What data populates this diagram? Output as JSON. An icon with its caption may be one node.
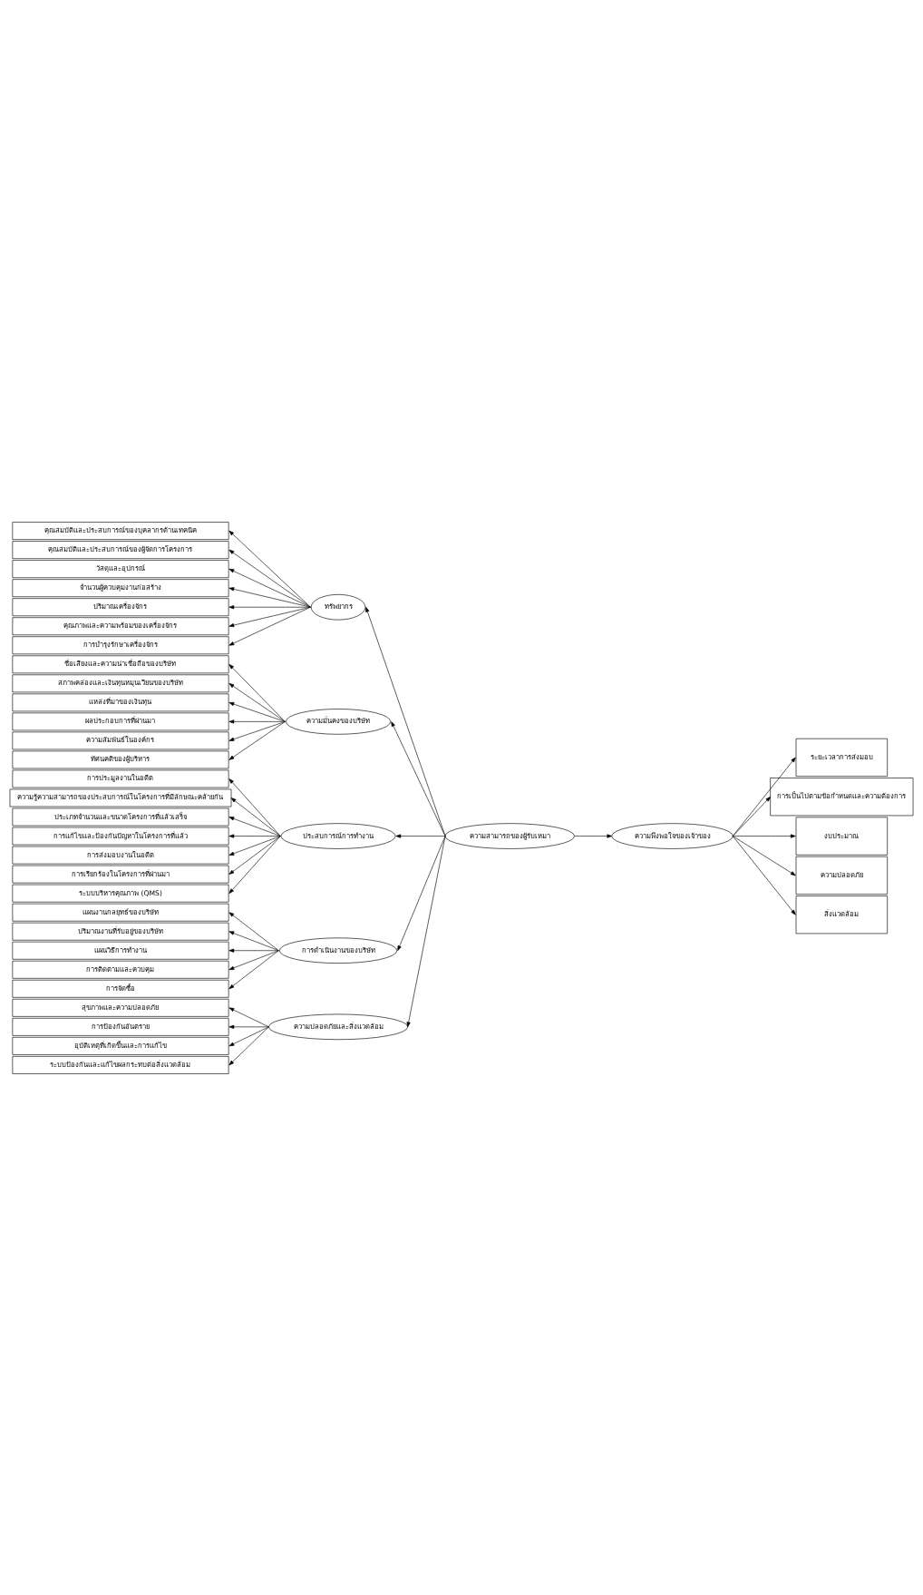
{
  "diagram": {
    "nodes": [
      {
        "text": [
          "ความสามารถของผู้รับเหมา"
        ]
      },
      {
        "text": [
          "ความพึงพอใจของเจ้าของ"
        ]
      },
      {
        "text": [
          "ระยะเวลาการส่งมอบ"
        ]
      },
      {
        "text": [
          "การเป็นไปตามข้อกำหนดและความต้องการ"
        ]
      },
      {
        "text": [
          "งบประมาณ"
        ]
      },
      {
        "text": [
          "ความปลอดภัย"
        ]
      },
      {
        "text": [
          "สิ่งแวดล้อม"
        ]
      },
      {
        "text": [
          "ทรัพยากร"
        ]
      },
      {
        "text": [
          "ความมั่นคงของบริษัท"
        ]
      },
      {
        "text": [
          "ประสบการณ์การทำงาน"
        ]
      },
      {
        "text": [
          "การดำเนินงานของบริษัท"
        ]
      },
      {
        "text": [
          "ความปลอดภัยและสิ่งแวดล้อม"
        ]
      },
      {
        "text": [
          "คุณสมบัติและประสบการณ์ของบุคลากรด้านเทคนิค"
        ]
      },
      {
        "text": [
          "คุณสมบัติและประสบการณ์ของผู้จัดการโครงการ"
        ]
      },
      {
        "text": [
          "วัสดุและอุปกรณ์"
        ]
      },
      {
        "text": [
          "จำนวนผู้ควบคุมงานก่อสร้าง"
        ]
      },
      {
        "text": [
          "ปริมาณเครื่องจักร"
        ]
      },
      {
        "text": [
          "คุณภาพและความพร้อมของเครื่องจักร"
        ]
      },
      {
        "text": [
          "การบำรุงรักษาเครื่องจักร"
        ]
      },
      {
        "text": [
          "ชื่อเสียงและความน่าเชื่อถือของบริษัท"
        ]
      },
      {
        "text": [
          "สภาพคล่องและเงินทุนหมุนเวียนของบริษัท"
        ]
      },
      {
        "text": [
          "แหล่งที่มาของเงินทุน"
        ]
      },
      {
        "text": [
          "ผลประกอบการที่ผ่านมา"
        ]
      },
      {
        "text": [
          "ความสัมพันธ์ในองค์กร"
        ]
      },
      {
        "text": [
          "ทัศนคติของผู้บริหาร"
        ]
      },
      {
        "text": [
          "การประมูลงานในอดีต"
        ]
      },
      {
        "text": [
          "ความรู้ความสามารถของประสบการณ์ในโครงการที่มีลักษณะคล้ายกัน"
        ]
      },
      {
        "text": [
          "ประเภทจำนวนและขนาดโครงการที่แล้วเสร็จ"
        ]
      },
      {
        "text": [
          "การแก้ไขและป้องกันปัญหาในโครงการที่แล้ว"
        ]
      },
      {
        "text": [
          "การส่งมอบงานในอดีต"
        ]
      },
      {
        "text": [
          "การเรียกร้องในโครงการที่ผ่านมา"
        ]
      },
      {
        "text": [
          "ระบบบริหารคุณภาพ (QMS)"
        ]
      },
      {
        "text": [
          "แผนงานกลยุทธ์ของบริษัท"
        ]
      },
      {
        "text": [
          "ปริมาณงานที่รับอยู่ของบริษัท"
        ]
      },
      {
        "text": [
          "แผนวิธีการทำงาน"
        ]
      },
      {
        "text": [
          "การติดตามและควบคุม"
        ]
      },
      {
        "text": [
          "การจัดซื้อ"
        ]
      },
      {
        "text": [
          "สุขภาพและความปลอดภัย"
        ]
      },
      {
        "text": [
          "การป้องกันอันตราย"
        ]
      },
      {
        "text": [
          "อุบัติเหตุที่เกิดขึ้นและการแก้ไข"
        ]
      },
      {
        "text": [
          "ระบบป้องกันและแก้ไขผลกระทบต่อสิ่งแวดล้อม"
        ]
      }
    ],
    "edges": [
      {
        "from": 0,
        "to": 1,
        "arrow": "to"
      },
      {
        "from": 1,
        "to": 2,
        "arrow": "to"
      },
      {
        "from": 1,
        "to": 3,
        "arrow": "to"
      },
      {
        "from": 1,
        "to": 4,
        "arrow": "to"
      },
      {
        "from": 1,
        "to": 5,
        "arrow": "to"
      },
      {
        "from": 1,
        "to": 6,
        "arrow": "to"
      },
      {
        "from": 0,
        "to": 7,
        "arrow": "to"
      },
      {
        "from": 0,
        "to": 8,
        "arrow": "to"
      },
      {
        "from": 0,
        "to": 9,
        "arrow": "to"
      },
      {
        "from": 0,
        "to": 10,
        "arrow": "to"
      },
      {
        "from": 0,
        "to": 11,
        "arrow": "to"
      },
      {
        "from": 7,
        "to": 12,
        "arrow": "to"
      },
      {
        "from": 7,
        "to": 13,
        "arrow": "to"
      },
      {
        "from": 7,
        "to": 14,
        "arrow": "to"
      },
      {
        "from": 7,
        "to": 15,
        "arrow": "to"
      },
      {
        "from": 7,
        "to": 16,
        "arrow": "to"
      },
      {
        "from": 7,
        "to": 17,
        "arrow": "to"
      },
      {
        "from": 7,
        "to": 18,
        "arrow": "to"
      },
      {
        "from": 8,
        "to": 19,
        "arrow": "to"
      },
      {
        "from": 8,
        "to": 20,
        "arrow": "to"
      },
      {
        "from": 8,
        "to": 21,
        "arrow": "to"
      },
      {
        "from": 8,
        "to": 22,
        "arrow": "to"
      },
      {
        "from": 8,
        "to": 23,
        "arrow": "to"
      },
      {
        "from": 8,
        "to": 24,
        "arrow": "to"
      },
      {
        "from": 9,
        "to": 25,
        "arrow": "to"
      },
      {
        "from": 9,
        "to": 26,
        "arrow": "to"
      },
      {
        "from": 9,
        "to": 27,
        "arrow": "to"
      },
      {
        "from": 9,
        "to": 28,
        "arrow": "to"
      },
      {
        "from": 9,
        "to": 29,
        "arrow": "to"
      },
      {
        "from": 9,
        "to": 30,
        "arrow": "to"
      },
      {
        "from": 9,
        "to": 31,
        "arrow": "to"
      },
      {
        "from": 10,
        "to": 32,
        "arrow": "to"
      },
      {
        "from": 10,
        "to": 33,
        "arrow": "to"
      },
      {
        "from": 10,
        "to": 34,
        "arrow": "to"
      },
      {
        "from": 10,
        "to": 35,
        "arrow": "to"
      },
      {
        "from": 10,
        "to": 36,
        "arrow": "to"
      },
      {
        "from": 11,
        "to": 37,
        "arrow": "to"
      },
      {
        "from": 11,
        "to": 38,
        "arrow": "to"
      },
      {
        "from": 11,
        "to": 39,
        "arrow": "to"
      },
      {
        "from": 11,
        "to": 40,
        "arrow": "to"
      }
    ]
  }
}
